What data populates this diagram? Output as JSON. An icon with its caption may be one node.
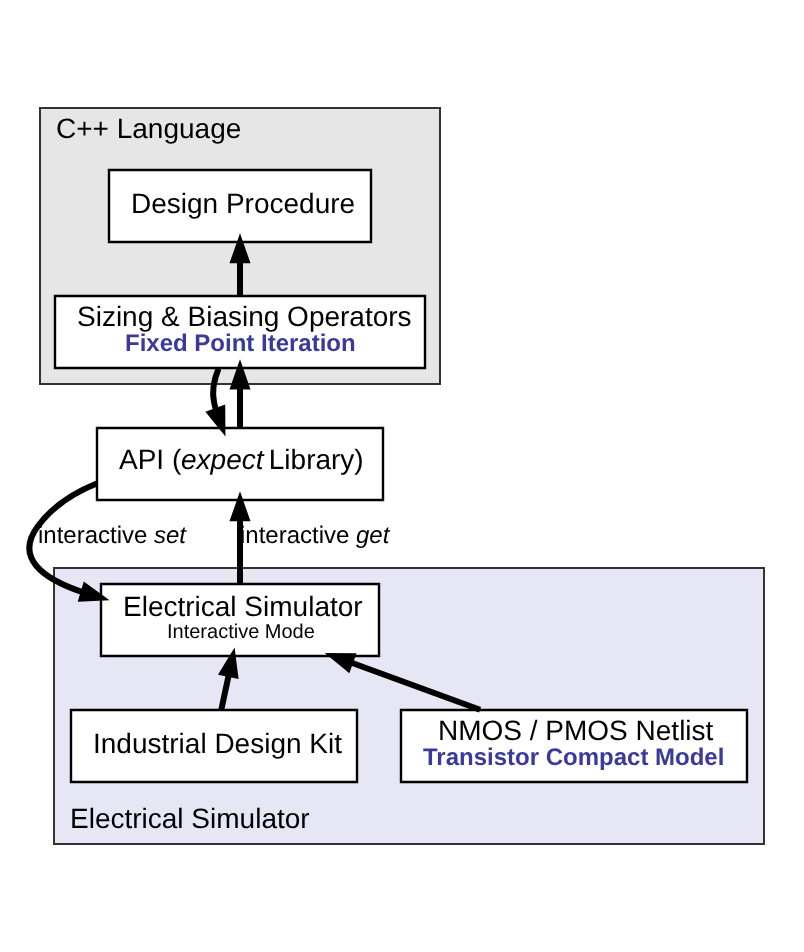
{
  "diagram": {
    "nodes": [
      {
        "text": [
          "C++ Language"
        ]
      },
      {
        "text": [
          "Design Procedure"
        ],
        "in": 0
      },
      {
        "text": [
          "Sizing & Biasing Operators",
          "Fixed Point Iteration"
        ],
        "in": 0
      },
      {
        "text": [
          "API (*expect* Library)"
        ]
      },
      {
        "text": [
          "Electrical Simulator"
        ]
      },
      {
        "text": [
          "Electrical Simulator",
          "Interactive Mode"
        ],
        "in": 4
      },
      {
        "text": [
          "NMOS / PMOS Netlist",
          "Transistor Compact Model"
        ],
        "in": 4
      },
      {
        "text": [
          "Industrial Design Kit"
        ],
        "in": 4
      }
    ],
    "edges": [
      {
        "from": 2,
        "to": 1,
        "arrow": "to"
      },
      {
        "from": 2,
        "to": 3,
        "arrow": "to"
      },
      {
        "from": 3,
        "to": 2,
        "arrow": "to"
      },
      {
        "from": 3,
        "to": 5,
        "arrow": "to",
        "label": "interactive *set*"
      },
      {
        "from": 5,
        "to": 3,
        "arrow": "to",
        "label": "interactive *get*"
      },
      {
        "from": 6,
        "to": 5,
        "arrow": "to"
      },
      {
        "from": 7,
        "to": 5,
        "arrow": "to"
      }
    ]
  }
}
